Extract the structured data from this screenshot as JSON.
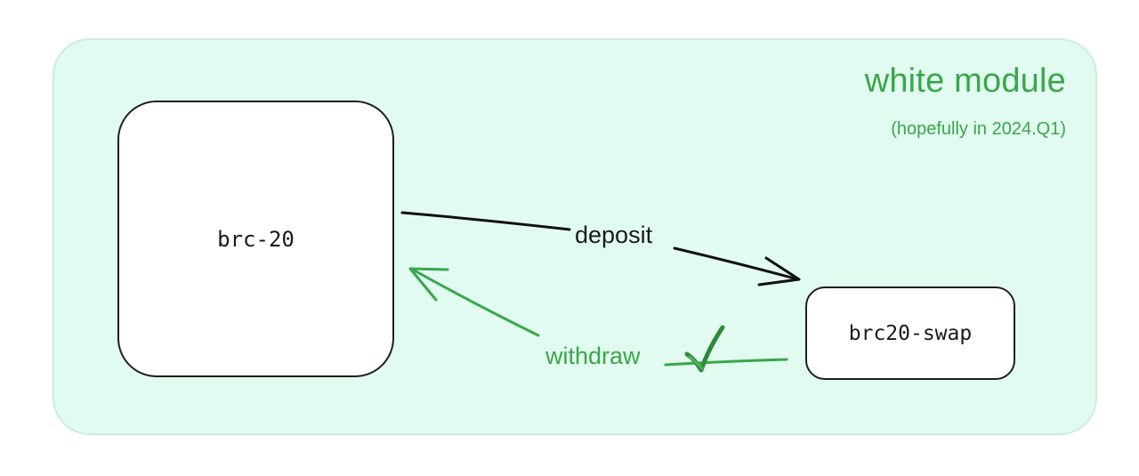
{
  "diagram": {
    "module": {
      "title": "white module",
      "subtitle": "(hopefully in 2024.Q1)"
    },
    "nodes": [
      {
        "id": "brc20",
        "label": "brc-20"
      },
      {
        "id": "swap",
        "label": "brc20-swap"
      }
    ],
    "edges": [
      {
        "from": "brc20",
        "to": "swap",
        "label": "deposit",
        "color": "#111111"
      },
      {
        "from": "swap",
        "to": "brc20",
        "label": "withdraw",
        "color": "#3aa64a"
      }
    ],
    "icons": {
      "withdraw_check": "check-mark-icon"
    },
    "colors": {
      "module_fill": "#e1fbf0",
      "module_border": "#c9efd9",
      "accent_green": "#3aa64a",
      "node_fill": "#ffffff",
      "node_border": "#1f1f1f"
    }
  }
}
